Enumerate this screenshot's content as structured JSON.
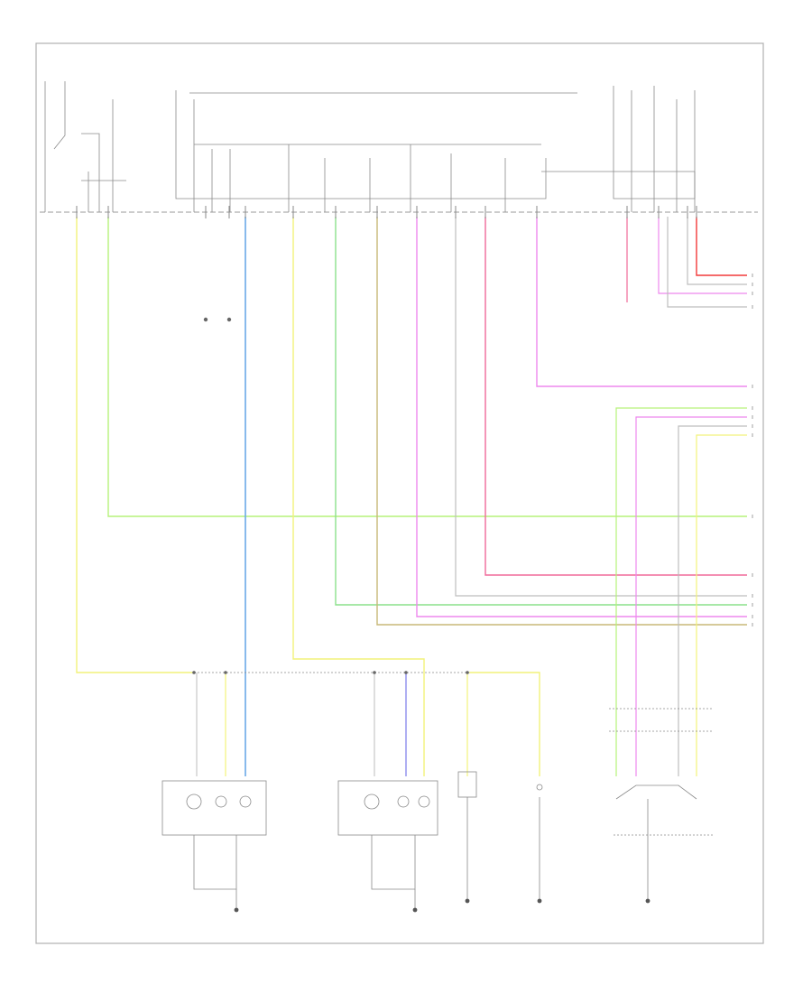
{
  "page": {
    "label": ""
  },
  "components": [
    {
      "id": "fuse_top_left_1",
      "label": ""
    },
    {
      "id": "fuse_top_left_2",
      "label": ""
    },
    {
      "id": "bcm",
      "label": ""
    },
    {
      "id": "sjb_right",
      "label": ""
    },
    {
      "id": "left_headlamp",
      "label": ""
    },
    {
      "id": "right_headlamp",
      "label": ""
    },
    {
      "id": "left_park_lamp",
      "label": ""
    },
    {
      "id": "right_park_lamp",
      "label": ""
    },
    {
      "id": "headlamp_switch",
      "label": ""
    },
    {
      "id": "ground_g1",
      "label": ""
    },
    {
      "id": "ground_g2",
      "label": ""
    },
    {
      "id": "ground_g3",
      "label": ""
    },
    {
      "id": "ground_g4",
      "label": ""
    },
    {
      "id": "ground_g5",
      "label": ""
    }
  ],
  "wire_colors": {
    "yellow": "#f2f27a",
    "light_green": "#b6f27a",
    "blue": "#6aa8e8",
    "green": "#8be08b",
    "tan": "#c8b878",
    "violet": "#ee88ee",
    "pink": "#f06a9a",
    "red": "#f23a3a",
    "gray": "#bdbdbd",
    "black": "#333333"
  }
}
